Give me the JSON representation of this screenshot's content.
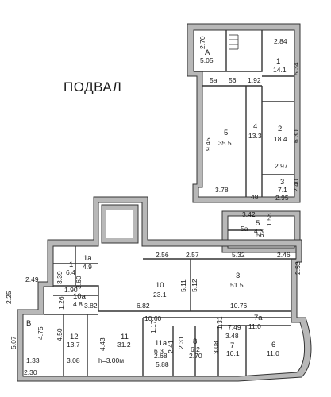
{
  "title": "ПОДВАЛ",
  "rooms": [
    {
      "id": "A",
      "number": "A",
      "area": "5.05"
    },
    {
      "id": "1-top",
      "number": "1",
      "area": "14.1"
    },
    {
      "id": "5a-top",
      "number": "5а",
      "area": ""
    },
    {
      "id": "5",
      "number": "5",
      "area": "35.5"
    },
    {
      "id": "4",
      "number": "4",
      "area": "13.3"
    },
    {
      "id": "2",
      "number": "2",
      "area": "18.4"
    },
    {
      "id": "3-top",
      "number": "3",
      "area": "7.1"
    },
    {
      "id": "5-mid",
      "number": "5",
      "area": "4.3"
    },
    {
      "id": "5a-mid",
      "number": "5а",
      "area": "56"
    },
    {
      "id": "1a",
      "number": "1а",
      "area": "4.9"
    },
    {
      "id": "1-left",
      "number": "1",
      "area": "6.4"
    },
    {
      "id": "10a",
      "number": "10а",
      "area": "4.8"
    },
    {
      "id": "10",
      "number": "10",
      "area": "23.1"
    },
    {
      "id": "3-big",
      "number": "3",
      "area": "51.5"
    },
    {
      "id": "B",
      "number": "В",
      "area": ""
    },
    {
      "id": "12",
      "number": "12",
      "area": "13.7"
    },
    {
      "id": "11",
      "number": "11",
      "area": "31.2"
    },
    {
      "id": "11a",
      "number": "11а",
      "area": "6.3"
    },
    {
      "id": "8",
      "number": "8",
      "area": "6.2"
    },
    {
      "id": "7",
      "number": "7",
      "area": "10.1"
    },
    {
      "id": "7a",
      "number": "7а",
      "area": "11.0"
    },
    {
      "id": "6",
      "number": "6",
      "area": "11.0"
    }
  ],
  "dimensions": {
    "d_270": "2.70",
    "d_284": "2.84",
    "d_534": "5.34",
    "d_192": "1.92",
    "d_56": "56",
    "d_945": "9.45",
    "d_630": "6.30",
    "d_297": "2.97",
    "d_240": "2.40",
    "d_295": "2.95",
    "d_378": "3.78",
    "d_48": "48",
    "d_342": "3.42",
    "d_158": "1.58",
    "d_256": "2.56",
    "d_257": "2.57",
    "d_532": "5.32",
    "d_246": "2.46",
    "d_252": "2.52",
    "d_339": "3.39",
    "d_360": "3.60",
    "d_190": "1.90",
    "d_249": "2.49",
    "d_225": "2.25",
    "d_126": "1.26",
    "d_382": "3.82",
    "d_682": "6.82",
    "d_511": "5.11",
    "d_512": "5.12",
    "d_1060": "10.60",
    "d_1076": "10.76",
    "d_507": "5.07",
    "d_475": "4.75",
    "d_450": "4.50",
    "d_443": "4.43",
    "d_117": "1.17",
    "d_131": "1.31",
    "d_749": "7.49",
    "d_241": "2.41",
    "d_231": "2.31",
    "d_308": "3.08",
    "d_348": "3.48",
    "d_133": "1.33",
    "d_308b": "3.08",
    "d_268": "2.68",
    "d_270b": "2.70",
    "d_588": "5.88",
    "d_230": "2.30"
  },
  "ceiling_height": "h=3.00м"
}
